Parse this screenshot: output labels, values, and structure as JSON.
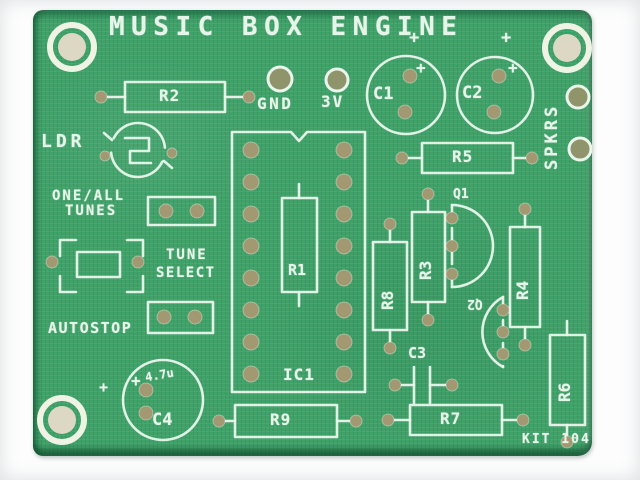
{
  "board": {
    "title": "MUSIC BOX ENGINE",
    "kit_label": "KIT 104",
    "plus": "+",
    "labels": {
      "r1": "R1",
      "r2": "R2",
      "r3": "R3",
      "r4": "R4",
      "r5": "R5",
      "r6": "R6",
      "r7": "R7",
      "r8": "R8",
      "r9": "R9",
      "c1": "C1",
      "c2": "C2",
      "c3": "C3",
      "c4": "C4",
      "c4_value": "4.7u",
      "q1": "Q1",
      "q2": "Q2",
      "ic1": "IC1",
      "ldr": "LDR",
      "gnd": "GND",
      "v3": "3V",
      "spkrs": "SPKRS",
      "one_all_line1": "ONE/ALL",
      "one_all_line2": "TUNES",
      "tune_select_line1": "TUNE",
      "tune_select_line2": "SELECT",
      "autostop": "AUTOSTOP"
    }
  }
}
